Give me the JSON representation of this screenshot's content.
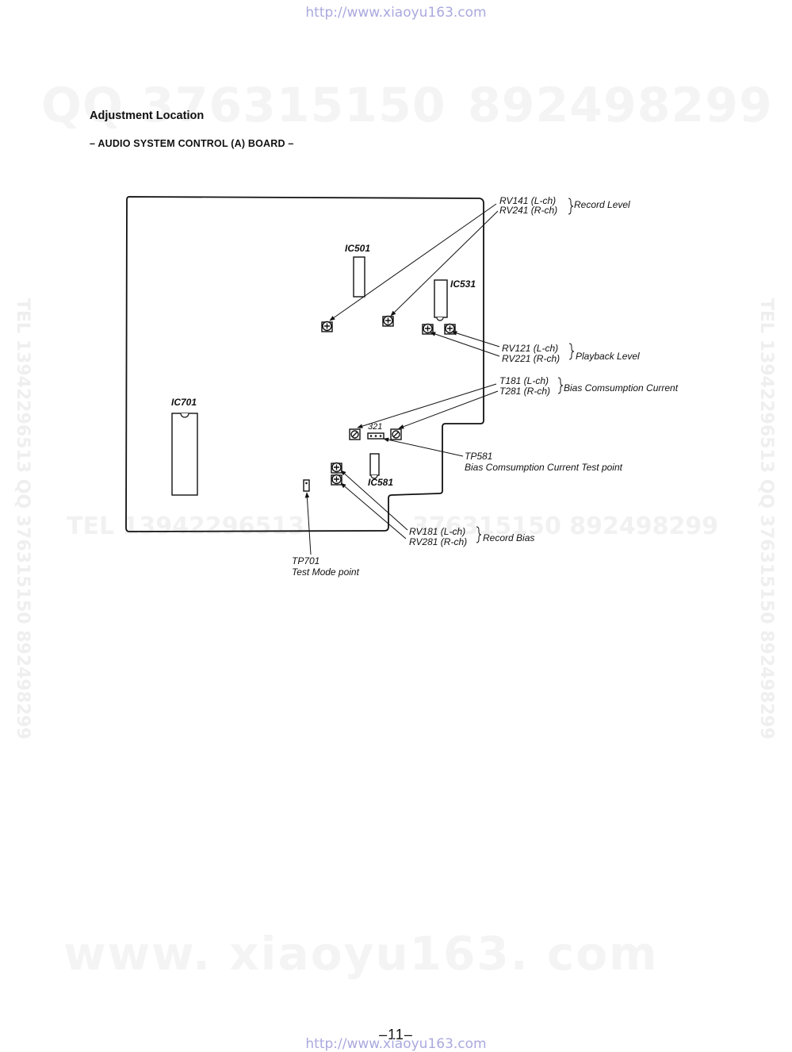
{
  "source_url": "http://www.xiaoyu163.com",
  "watermarks": {
    "qq1": "QQ 376315150",
    "qq2": "892498299",
    "website": "www. xiaoyu163. com",
    "tel_mid": "TEL 13942296513",
    "tel_mid2": "376315150  892498299",
    "vertical": "TEL 13942296513  QQ 376315150  892498299"
  },
  "title": "Adjustment Location",
  "subtitle": "– AUDIO  SYSTEM  CONTROL (A) BOARD –",
  "ics": {
    "ic501": "IC501",
    "ic531": "IC531",
    "ic701": "IC701",
    "ic581": "IC581"
  },
  "connector_number": "321",
  "callouts": {
    "record_level": {
      "lch": "RV141 (L-ch)",
      "rch": "RV241 (R-ch)",
      "desc": "Record Level"
    },
    "playback_level": {
      "lch": "RV121 (L-ch)",
      "rch": "RV221 (R-ch)",
      "desc": "Playback Level"
    },
    "bias_current": {
      "lch": "T181 (L-ch)",
      "rch": "T281 (R-ch)",
      "desc": "Bias Comsumption Current"
    },
    "tp581": {
      "name": "TP581",
      "desc": "Bias Comsumption Current Test point"
    },
    "record_bias": {
      "lch": "RV181 (L-ch)",
      "rch": "RV281 (R-ch)",
      "desc": "Record Bias"
    },
    "tp701": {
      "name": "TP701",
      "desc": "Test Mode point"
    }
  },
  "page_number": "–11–"
}
